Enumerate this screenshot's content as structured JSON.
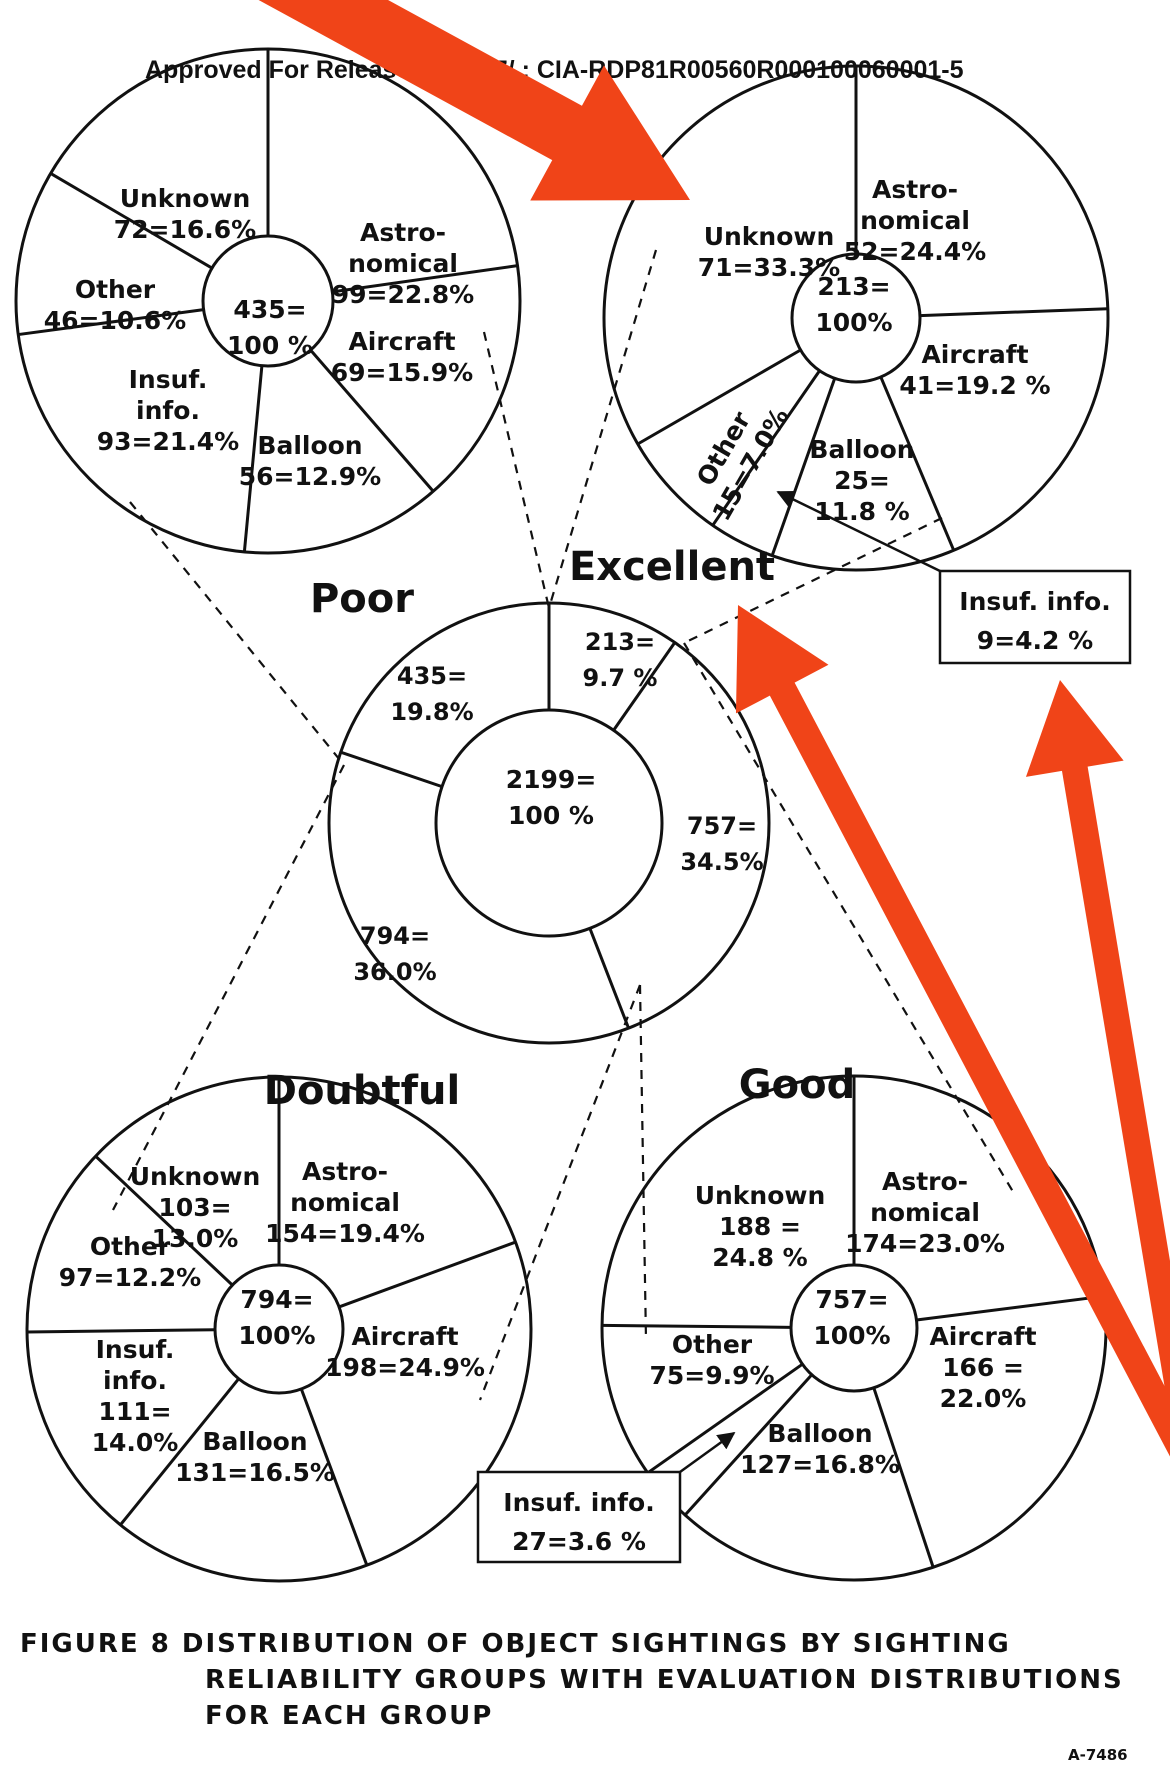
{
  "header": "Approved For Release 2005/07/ : CIA-RDP81R00560R000100060001-5",
  "caption": [
    "FIGURE 8  DISTRIBUTION OF OBJECT SIGHTINGS BY SIGHTING",
    "RELIABILITY GROUPS WITH EVALUATION DISTRIBUTIONS",
    "FOR EACH GROUP"
  ],
  "figure_code": "A-7486",
  "colors": {
    "arrow": "#f04418",
    "ink": "#111111"
  },
  "chart_data": [
    {
      "type": "pie",
      "id": "total",
      "center_label": [
        "2199=",
        "100 %"
      ],
      "slices": [
        {
          "name": "Excellent",
          "label": [
            "213=",
            "9.7 %"
          ],
          "value": 213,
          "percent": 9.7
        },
        {
          "name": "Good",
          "label": [
            "757=",
            "34.5%"
          ],
          "value": 757,
          "percent": 34.5
        },
        {
          "name": "Doubtful",
          "label": [
            "794=",
            "36.0%"
          ],
          "value": 794,
          "percent": 36.0
        },
        {
          "name": "Poor",
          "label": [
            "435=",
            "19.8%"
          ],
          "value": 435,
          "percent": 19.8
        }
      ]
    },
    {
      "type": "pie",
      "id": "poor",
      "title": "Poor",
      "center_label": [
        "435=",
        "100 %"
      ],
      "slices": [
        {
          "label": [
            "Astro-",
            "nomical",
            "99=22.8%"
          ],
          "value": 99,
          "percent": 22.8
        },
        {
          "label": [
            "Aircraft",
            "69=15.9%"
          ],
          "value": 69,
          "percent": 15.9
        },
        {
          "label": [
            "Balloon",
            "56=12.9%"
          ],
          "value": 56,
          "percent": 12.9
        },
        {
          "label": [
            "Insuf.",
            "info.",
            "93=21.4%"
          ],
          "value": 93,
          "percent": 21.4
        },
        {
          "label": [
            "Other",
            "46=10.6%"
          ],
          "value": 46,
          "percent": 10.6
        },
        {
          "label": [
            "Unknown",
            "72=16.6%"
          ],
          "value": 72,
          "percent": 16.6
        }
      ]
    },
    {
      "type": "pie",
      "id": "excellent",
      "title": "Excellent",
      "center_label": [
        "213=",
        "100%"
      ],
      "slices": [
        {
          "label": [
            "Astro-",
            "nomical",
            "52=24.4%"
          ],
          "value": 52,
          "percent": 24.4
        },
        {
          "label": [
            "Aircraft",
            "41=19.2 %"
          ],
          "value": 41,
          "percent": 19.2
        },
        {
          "label": [
            "Balloon",
            "25=",
            "11.8 %"
          ],
          "value": 25,
          "percent": 11.8
        },
        {
          "label": [
            "Insuf. info.",
            "9=4.2 %"
          ],
          "value": 9,
          "percent": 4.2
        },
        {
          "label": [
            "Other",
            "15=7.0%"
          ],
          "value": 15,
          "percent": 7.0
        },
        {
          "label": [
            "Unknown",
            "71=33.3%"
          ],
          "value": 71,
          "percent": 33.3
        }
      ]
    },
    {
      "type": "pie",
      "id": "doubtful",
      "title": "Doubtful",
      "center_label": [
        "794=",
        "100%"
      ],
      "slices": [
        {
          "label": [
            "Astro-",
            "nomical",
            "154=19.4%"
          ],
          "value": 154,
          "percent": 19.4
        },
        {
          "label": [
            "Aircraft",
            "198=24.9%"
          ],
          "value": 198,
          "percent": 24.9
        },
        {
          "label": [
            "Balloon",
            "131=16.5%"
          ],
          "value": 131,
          "percent": 16.5
        },
        {
          "label": [
            "Insuf.",
            "info.",
            "111=",
            "14.0%"
          ],
          "value": 111,
          "percent": 14.0
        },
        {
          "label": [
            "Other",
            "97=12.2%"
          ],
          "value": 97,
          "percent": 12.2
        },
        {
          "label": [
            "Unknown",
            "103=",
            "13.0%"
          ],
          "value": 103,
          "percent": 13.0
        }
      ]
    },
    {
      "type": "pie",
      "id": "good",
      "title": "Good",
      "center_label": [
        "757=",
        "100%"
      ],
      "slices": [
        {
          "label": [
            "Astro-",
            "nomical",
            "174=23.0%"
          ],
          "value": 174,
          "percent": 23.0
        },
        {
          "label": [
            "Aircraft",
            "166 =",
            "22.0%"
          ],
          "value": 166,
          "percent": 22.0
        },
        {
          "label": [
            "Balloon",
            "127=16.8%"
          ],
          "value": 127,
          "percent": 16.8
        },
        {
          "label": [
            "Insuf. info.",
            "27=3.6 %"
          ],
          "value": 27,
          "percent": 3.6
        },
        {
          "label": [
            "Other",
            "75=9.9%"
          ],
          "value": 75,
          "percent": 9.9
        },
        {
          "label": [
            "Unknown",
            "188 =",
            "24.8 %"
          ],
          "value": 188,
          "percent": 24.8
        }
      ]
    }
  ]
}
